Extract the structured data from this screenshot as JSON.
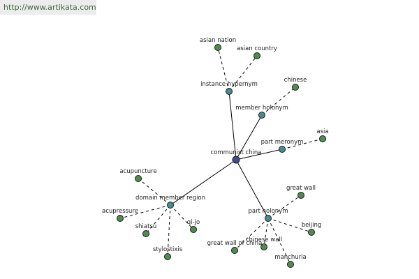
{
  "header": {
    "site_url": "http://www.artikata.com"
  },
  "colors": {
    "center_node": "#3f4f8e",
    "relation_node": "#4a8c8c",
    "leaf_node": "#4f8c4f",
    "edge": "#000000"
  },
  "graph": {
    "center": {
      "id": "communist-china",
      "label": "communist china"
    },
    "relations": [
      {
        "id": "instance-hypernym",
        "label": "instance hypernym",
        "leaves": [
          {
            "label": "asian nation"
          },
          {
            "label": "asian country"
          }
        ]
      },
      {
        "id": "member-holonym",
        "label": "member holonym",
        "leaves": [
          {
            "label": "chinese"
          }
        ]
      },
      {
        "id": "part-meronym",
        "label": "part meronym",
        "leaves": [
          {
            "label": "asia"
          }
        ]
      },
      {
        "id": "part-holonym",
        "label": "part holonym",
        "leaves": [
          {
            "label": "great wall"
          },
          {
            "label": "beijing"
          },
          {
            "label": "manchuria"
          },
          {
            "label": "chinese wall"
          },
          {
            "label": "great wall of china"
          }
        ]
      },
      {
        "id": "domain-member-region",
        "label": "domain member region",
        "leaves": [
          {
            "label": "acupuncture"
          },
          {
            "label": "acupressure"
          },
          {
            "label": "shiatsu"
          },
          {
            "label": "stylostixis"
          },
          {
            "label": "qi-jo"
          }
        ]
      }
    ]
  }
}
